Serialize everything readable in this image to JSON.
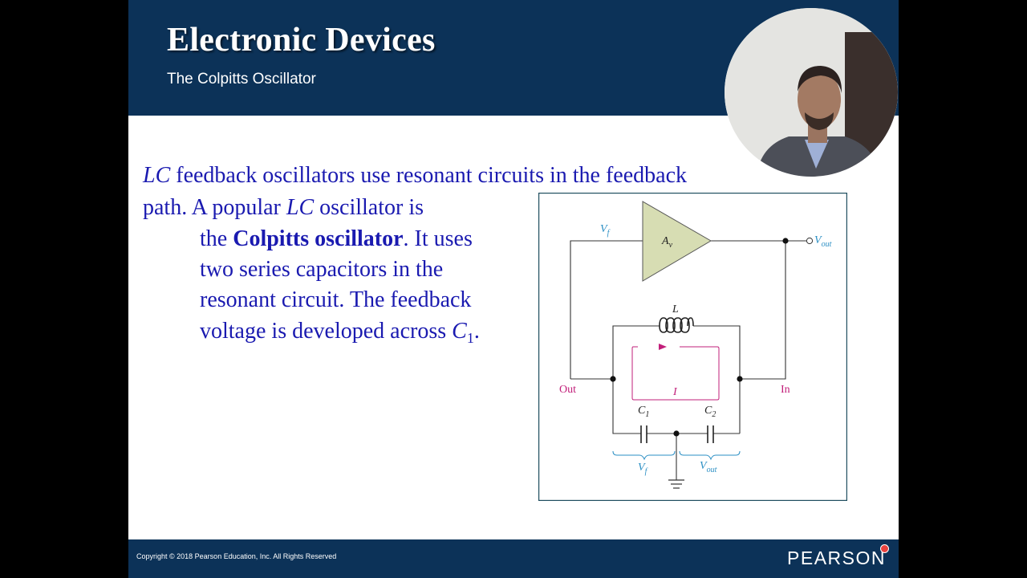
{
  "slide": {
    "title": "Electronic Devices",
    "subtitle": "The Colpitts Oscillator"
  },
  "body": {
    "line1_italic": "LC",
    "line1_rest": " feedback oscillators use resonant circuits in the feedback",
    "line2_a": "path. A popular ",
    "line2_italic": "LC",
    "line2_b": " oscillator is",
    "line3_a": "the ",
    "line3_bold": "Colpitts oscillator",
    "line3_b": ".  It uses",
    "line4": "two series capacitors in the",
    "line5": "resonant circuit. The feedback",
    "line6_a": "voltage is developed across ",
    "line6_italic": "C",
    "line6_sub": "1",
    "line6_end": "."
  },
  "diagram": {
    "amp_label": "A",
    "amp_sub": "v",
    "vf_label": "V",
    "vf_sub": "f",
    "vout_label": "V",
    "vout_sub": "out",
    "inductor_label": "L",
    "current_label": "I",
    "out_label": "Out",
    "in_label": "In",
    "c1_label": "C",
    "c1_sub": "1",
    "c2_label": "C",
    "c2_sub": "2",
    "vf_bottom_label": "V",
    "vf_bottom_sub": "f",
    "vout_bottom_label": "V",
    "vout_bottom_sub": "out"
  },
  "footer": {
    "copyright": "Copyright © 2018 Pearson Education, Inc. All Rights Reserved",
    "logo": "PEARSON"
  },
  "colors": {
    "header_bg": "#0c3258",
    "body_text": "#1a1ab0",
    "amp_fill": "#d7ddb3",
    "circuit_label": "#2b8fc4",
    "current_loop": "#c21f7a"
  }
}
